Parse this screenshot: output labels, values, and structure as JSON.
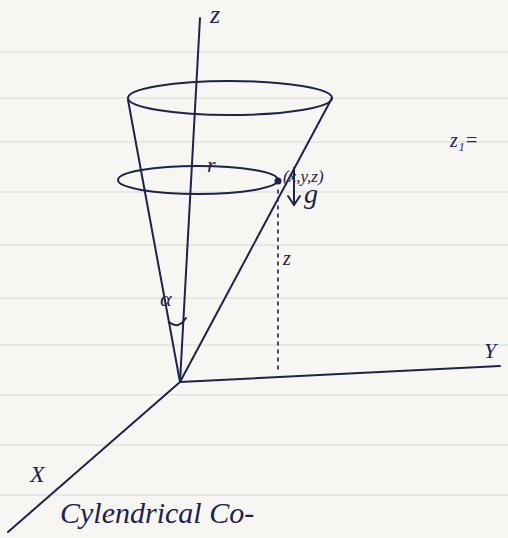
{
  "diagram": {
    "labels": [
      "z",
      "Y",
      "X",
      "r",
      "(x,y,z)",
      "g",
      "z",
      "α",
      "z₁=",
      "Cylendrical Co-"
    ]
  }
}
